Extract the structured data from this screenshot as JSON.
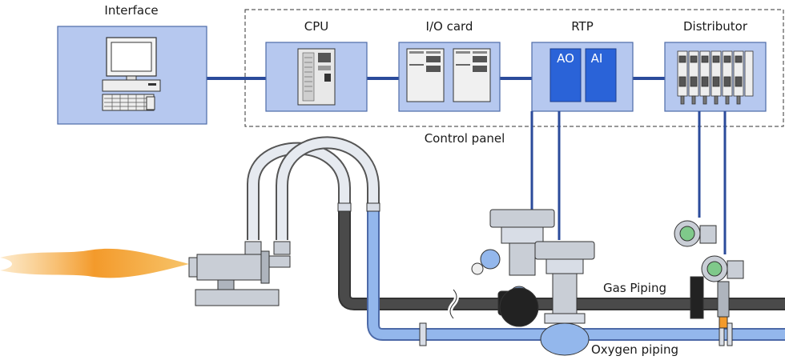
{
  "labels": {
    "interface": "Interface",
    "cpu": "CPU",
    "io_card": "I/O card",
    "rtp": "RTP",
    "distributor": "Distributor",
    "control_panel": "Control panel",
    "ao": "AO",
    "ai": "AI",
    "gas_piping": "Gas Piping",
    "oxygen_piping": "Oxygen piping"
  },
  "colors": {
    "module_fill": "#b6c8ef",
    "module_stroke": "#4d6aa8",
    "signal_line": "#2b4b9b",
    "rtp_channel": "#2a63d8",
    "gas_pipe": "#4a4a4a",
    "oxygen_pipe": "#93b7ec",
    "flame": "#f39a2b"
  }
}
